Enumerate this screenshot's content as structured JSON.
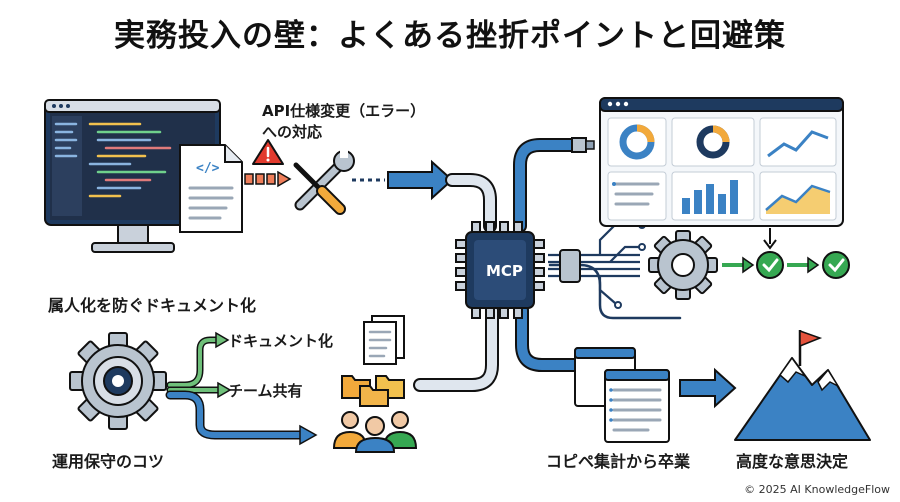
{
  "title": "実務投入の壁：よくある挫折ポイントと回避策",
  "labels": {
    "api_change": "API仕様変更（エラー）",
    "api_change_sub": "への対応",
    "doc_heading": "属人化を防ぐドキュメント化",
    "documentation": "ドキュメント化",
    "team_share": "チーム共有",
    "ops_tips": "運用保守のコツ",
    "mcp": "MCP",
    "copy_paste": "コピペ集計から卒業",
    "decision": "高度な意思決定"
  },
  "icons": {
    "computer": "monitor-code-icon",
    "document": "code-document-icon",
    "warning": "warning-icon",
    "tools": "wrench-screwdriver-icon",
    "dashboard": "dashboard-icon",
    "chip": "mcp-chip-icon",
    "gear": "gear-icon",
    "check": "check-circle-icon",
    "folders": "folders-icon",
    "team": "team-icon",
    "papers": "papers-icon",
    "mountain": "mountain-flag-icon"
  },
  "colors": {
    "navy": "#1e3a5f",
    "accent_blue": "#3b82c4",
    "warning_red": "#e23b2e",
    "arrow_orange": "#ef7e5a",
    "success_green": "#36a852",
    "flag_red": "#e5533d"
  },
  "footer": {
    "copyright": "© 2025 AI KnowledgeFlow"
  }
}
